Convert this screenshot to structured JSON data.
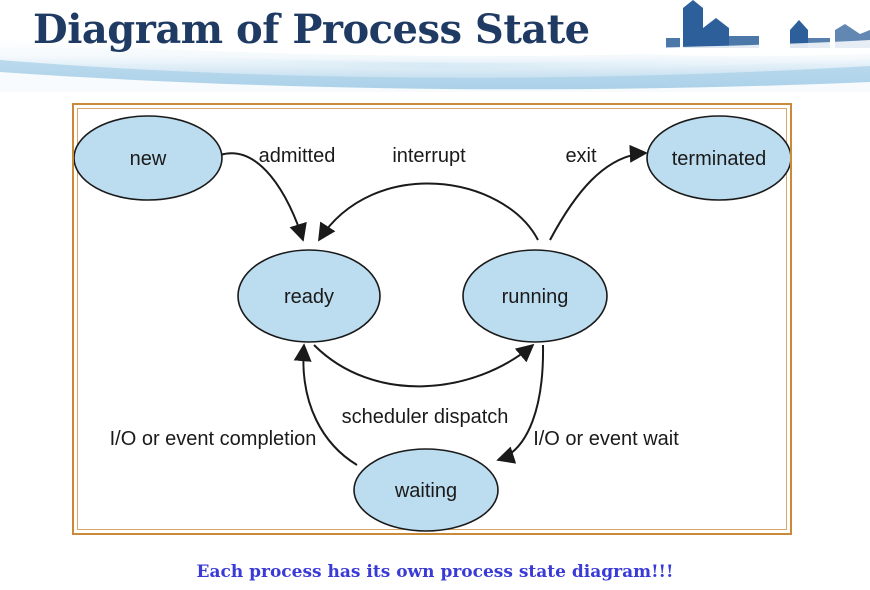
{
  "slide": {
    "title": "Diagram of Process State",
    "caption": "Each process has its own process state diagram!!!"
  },
  "diagram": {
    "states": {
      "new": "new",
      "ready": "ready",
      "running": "running",
      "waiting": "waiting",
      "terminated": "terminated"
    },
    "transitions": {
      "admitted": "admitted",
      "interrupt": "interrupt",
      "exit": "exit",
      "scheduler_dispatch": "scheduler dispatch",
      "io_event_completion": "I/O or event completion",
      "io_event_wait": "I/O or event wait"
    }
  },
  "colors": {
    "title": "#1f3b63",
    "caption": "#3a3ad6",
    "state_fill": "#bcdcef",
    "frame_border": "#c98a3a",
    "header_band": "#aed4ea"
  }
}
